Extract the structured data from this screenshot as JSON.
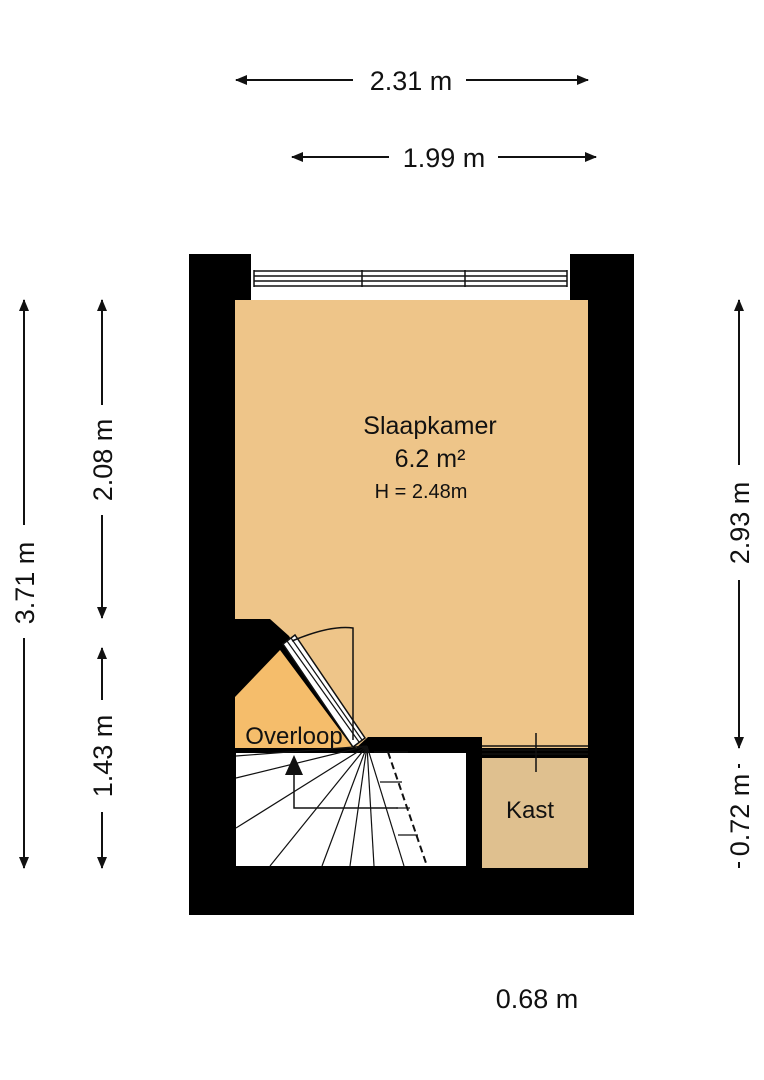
{
  "colors": {
    "wall": "#000000",
    "slaapkamer_fill": "#eec589",
    "overloop_fill": "#f5bd6b",
    "kast_fill": "#dfc08f",
    "stairs_fill": "#ffffff",
    "line": "#111111"
  },
  "rooms": {
    "slaapkamer": {
      "name": "Slaapkamer",
      "area": "6.2 m²",
      "height": "H = 2.48m"
    },
    "overloop": {
      "name": "Overloop"
    },
    "kast": {
      "name": "Kast"
    }
  },
  "dimensions": {
    "top_outer": "2.31 m",
    "top_inner": "1.99 m",
    "left_outer": "3.71 m",
    "left_upper": "2.08 m",
    "left_lower": "1.43 m",
    "right_upper": "2.93 m",
    "right_lower": "0.72 m",
    "bottom": "0.68 m"
  }
}
